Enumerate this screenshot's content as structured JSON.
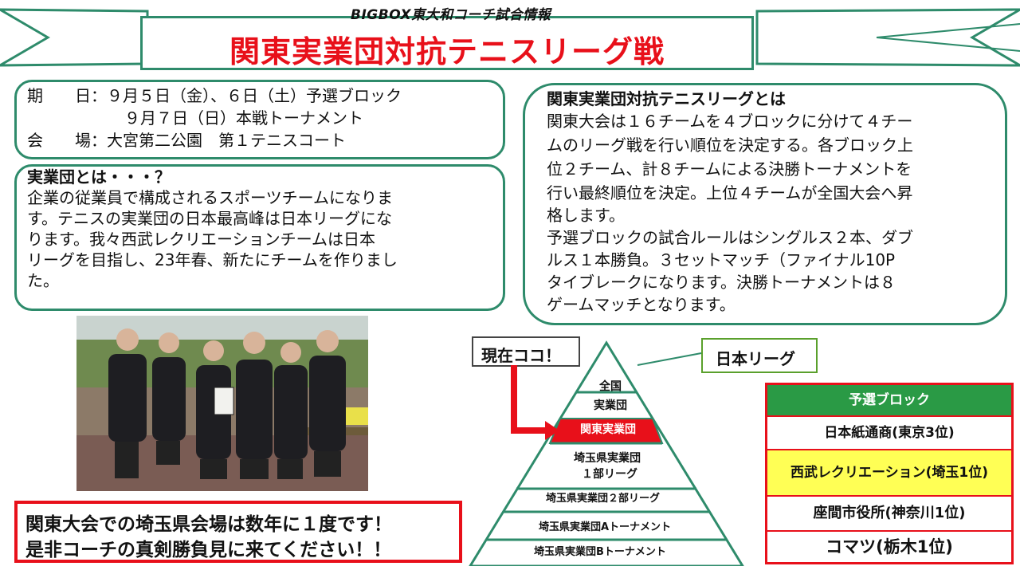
{
  "header": {
    "subtitle": "BIGBOX東大和コーチ試合情報",
    "title": "関東実業団対抗テニスリーグ戦"
  },
  "schedule": {
    "line1": "期　　日：９月５日（金）、６日（土）予選ブロック",
    "line2": "９月７日（日）本戦トーナメント",
    "line3": "会　　場：大宮第二公園　第１テニスコート"
  },
  "about_jitsugyodan": {
    "heading": "実業団とは・・・？",
    "lines": [
      "企業の従業員で構成されるスポーツチームになりま",
      "す。テニスの実業団の日本最高峰は日本リーグにな",
      "ります。我々西武レクリエーションチームは日本",
      "リーグを目指し、23年春、新たにチームを作りまし",
      "た。"
    ]
  },
  "about_league": {
    "heading": "関東実業団対抗テニスリーグとは",
    "lines": [
      "関東大会は１６チームを４ブロックに分けて４チー",
      "ムのリーグ戦を行い順位を決定する。各ブロック上",
      "位２チーム、計８チームによる決勝トーナメントを",
      "行い最終順位を決定。上位４チームが全国大会へ昇",
      "格します。",
      "予選ブロックの試合ルールはシングルス２本、ダブ",
      "ルス１本勝負。３セットマッチ（ファイナル10P",
      "タイブレークになります。決勝トーナメントは８",
      "ゲームマッチとなります。"
    ]
  },
  "invite": {
    "line1": "関東大会での埼玉県会場は数年に１度です！",
    "line2": "是非コーチの真剣勝負見に来てください！！"
  },
  "pyramid": {
    "callout_current": "現在ココ！",
    "callout_top": "日本リーグ",
    "levels": [
      "全国",
      "実業団",
      "関東実業団",
      "埼玉県実業団",
      "１部リーグ",
      "埼玉県実業団２部リーグ",
      "埼玉県実業団Aトーナメント",
      "埼玉県実業団Bトーナメント"
    ],
    "highlight_color": "#e8101a"
  },
  "block_table": {
    "header": "予選ブロック",
    "teams": [
      "日本紙通商(東京3位)",
      "西武レクリエーション(埼玉1位)",
      "座間市役所(神奈川1位)",
      "コマツ(栃木1位)"
    ],
    "header_color": "#2a9a45",
    "highlight_color": "#ffff55"
  }
}
